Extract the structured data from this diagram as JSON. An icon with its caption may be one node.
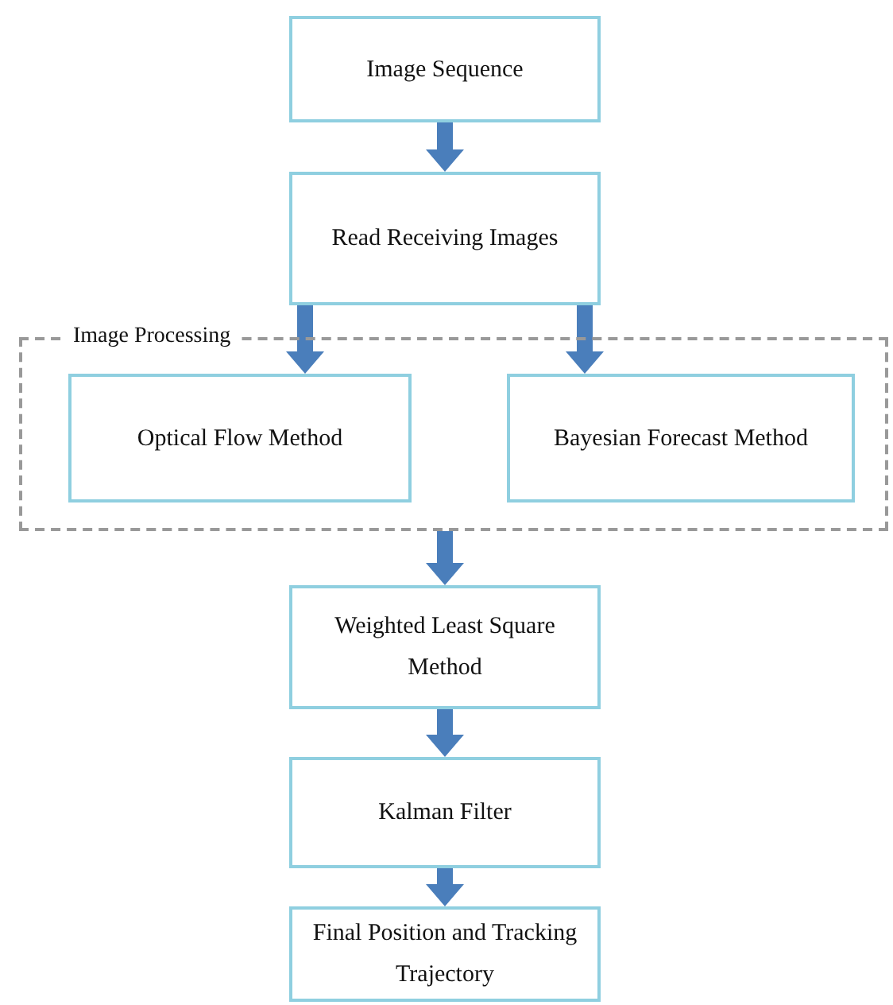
{
  "diagram": {
    "nodes": [
      {
        "text": [
          "Image Sequence"
        ]
      },
      {
        "text": [
          "Read Receiving Images"
        ]
      },
      {
        "text": [
          "Image Processing"
        ]
      },
      {
        "text": [
          "Optical Flow Method"
        ],
        "in": 2
      },
      {
        "text": [
          "Bayesian Forecast Method"
        ],
        "in": 2
      },
      {
        "text": [
          "Weighted Least Square Method"
        ]
      },
      {
        "text": [
          "Kalman Filter"
        ]
      },
      {
        "text": [
          "Final Position and Tracking Trajectory"
        ]
      }
    ],
    "edges": [
      {
        "from": 0,
        "to": 1,
        "arrow": "to"
      },
      {
        "from": 1,
        "to": 3,
        "arrow": "to"
      },
      {
        "from": 1,
        "to": 4,
        "arrow": "to"
      },
      {
        "from": 2,
        "to": 5,
        "arrow": "to"
      },
      {
        "from": 5,
        "to": 6,
        "arrow": "to"
      },
      {
        "from": 6,
        "to": 7,
        "arrow": "to"
      }
    ]
  }
}
